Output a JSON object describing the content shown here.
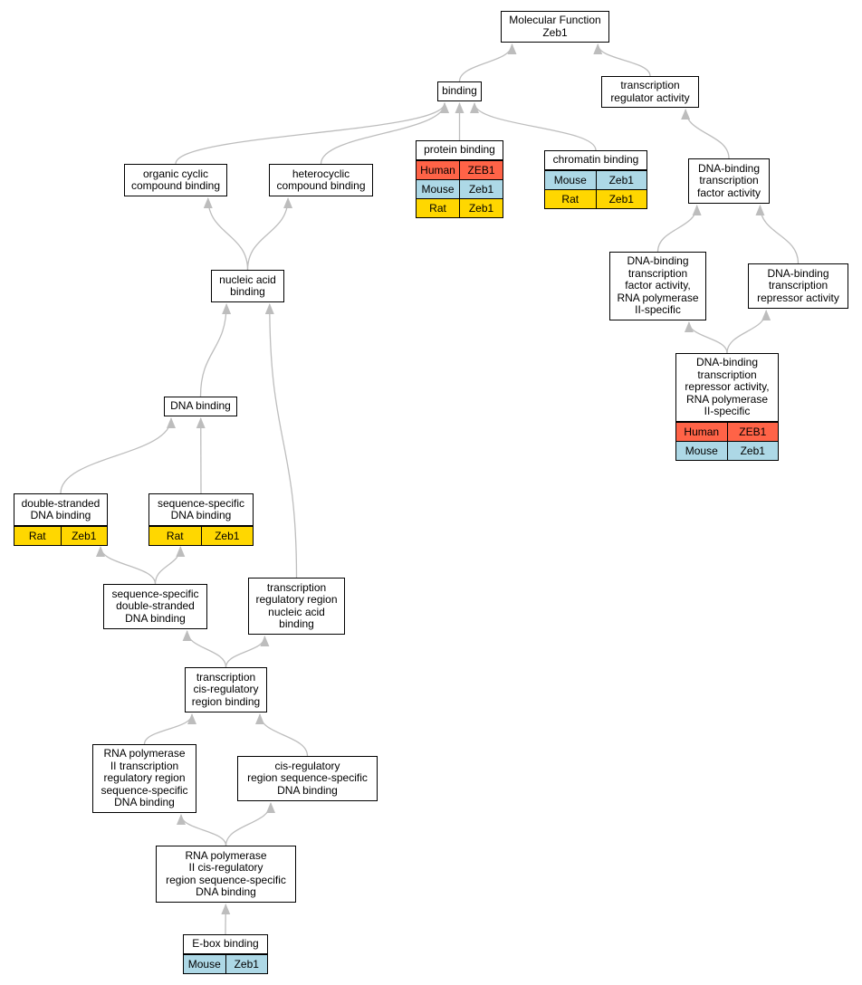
{
  "colors": {
    "edge": "#bdbdbd",
    "human": "#ff6347",
    "mouse": "#add8e6",
    "rat": "#ffd700"
  },
  "nodes": {
    "mf": {
      "lines": [
        "Molecular Function",
        "Zeb1"
      ]
    },
    "binding": {
      "lines": [
        "binding"
      ]
    },
    "tra": {
      "lines": [
        "transcription",
        "regulator activity"
      ]
    },
    "occb": {
      "lines": [
        "organic cyclic",
        "compound binding"
      ]
    },
    "hccb": {
      "lines": [
        "heterocyclic",
        "compound binding"
      ]
    },
    "pb": {
      "lines": [
        "protein binding"
      ],
      "rows": [
        {
          "org": "Human",
          "gene": "ZEB1"
        },
        {
          "org": "Mouse",
          "gene": "Zeb1"
        },
        {
          "org": "Rat",
          "gene": "Zeb1"
        }
      ]
    },
    "cb": {
      "lines": [
        "chromatin binding"
      ],
      "rows": [
        {
          "org": "Mouse",
          "gene": "Zeb1"
        },
        {
          "org": "Rat",
          "gene": "Zeb1"
        }
      ]
    },
    "dbtfa": {
      "lines": [
        "DNA-binding",
        "transcription",
        "factor activity"
      ]
    },
    "nab": {
      "lines": [
        "nucleic acid",
        "binding"
      ]
    },
    "dbtfa2": {
      "lines": [
        "DNA-binding",
        "transcription",
        "factor activity,",
        "RNA polymerase",
        "II-specific"
      ]
    },
    "dbtra": {
      "lines": [
        "DNA-binding",
        "transcription",
        "repressor activity"
      ]
    },
    "dbtra2": {
      "lines": [
        "DNA-binding",
        "transcription",
        "repressor activity,",
        "RNA polymerase",
        "II-specific"
      ],
      "rows": [
        {
          "org": "Human",
          "gene": "ZEB1"
        },
        {
          "org": "Mouse",
          "gene": "Zeb1"
        }
      ]
    },
    "dnab": {
      "lines": [
        "DNA binding"
      ]
    },
    "dsdb": {
      "lines": [
        "double-stranded",
        "DNA binding"
      ],
      "rows": [
        {
          "org": "Rat",
          "gene": "Zeb1"
        }
      ]
    },
    "ssdb": {
      "lines": [
        "sequence-specific",
        "DNA binding"
      ],
      "rows": [
        {
          "org": "Rat",
          "gene": "Zeb1"
        }
      ]
    },
    "ssdsdb": {
      "lines": [
        "sequence-specific",
        "double-stranded",
        "DNA binding"
      ]
    },
    "trrnab": {
      "lines": [
        "transcription",
        "regulatory region",
        "nucleic acid",
        "binding"
      ]
    },
    "tcrrb": {
      "lines": [
        "transcription",
        "cis-regulatory",
        "region binding"
      ]
    },
    "rnap2tr": {
      "lines": [
        "RNA polymerase",
        "II transcription",
        "regulatory region",
        "sequence-specific",
        "DNA binding"
      ]
    },
    "crss": {
      "lines": [
        "cis-regulatory",
        "region sequence-specific",
        "DNA binding"
      ]
    },
    "rnap2cr": {
      "lines": [
        "RNA polymerase",
        "II cis-regulatory",
        "region sequence-specific",
        "DNA binding"
      ]
    },
    "ebox": {
      "lines": [
        "E-box binding"
      ],
      "rows": [
        {
          "org": "Mouse",
          "gene": "Zeb1"
        }
      ]
    }
  },
  "edges": [
    [
      "binding",
      "mf"
    ],
    [
      "tra",
      "mf"
    ],
    [
      "occb",
      "binding"
    ],
    [
      "hccb",
      "binding"
    ],
    [
      "pb",
      "binding"
    ],
    [
      "cb",
      "binding"
    ],
    [
      "dbtfa",
      "tra"
    ],
    [
      "nab",
      "occb"
    ],
    [
      "nab",
      "hccb"
    ],
    [
      "dbtfa2",
      "dbtfa"
    ],
    [
      "dbtra",
      "dbtfa"
    ],
    [
      "dbtra2",
      "dbtfa2"
    ],
    [
      "dbtra2",
      "dbtra"
    ],
    [
      "dnab",
      "nab"
    ],
    [
      "trrnab",
      "nab"
    ],
    [
      "dsdb",
      "dnab"
    ],
    [
      "ssdb",
      "dnab"
    ],
    [
      "ssdsdb",
      "dsdb"
    ],
    [
      "ssdsdb",
      "ssdb"
    ],
    [
      "tcrrb",
      "ssdsdb"
    ],
    [
      "tcrrb",
      "trrnab"
    ],
    [
      "rnap2tr",
      "tcrrb"
    ],
    [
      "crss",
      "tcrrb"
    ],
    [
      "rnap2cr",
      "rnap2tr"
    ],
    [
      "rnap2cr",
      "crss"
    ],
    [
      "ebox",
      "rnap2cr"
    ]
  ]
}
